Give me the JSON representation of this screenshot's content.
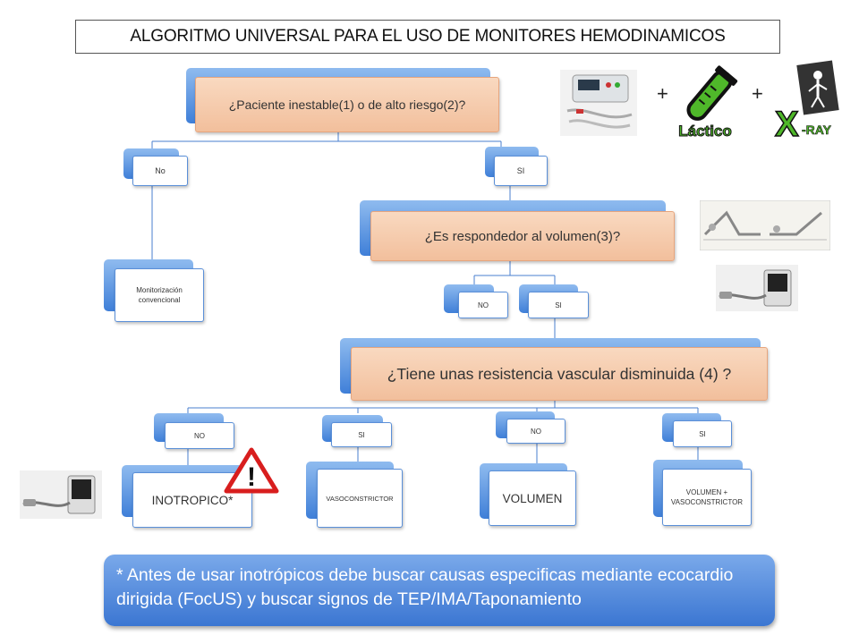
{
  "title": "ALGORITMO UNIVERSAL PARA EL USO DE MONITORES HEMODINAMICOS",
  "nodes": {
    "q1": "¿Paciente inestable(1) o de alto riesgo(2)?",
    "no1": "No",
    "si1": "SI",
    "conventional": "Monitorización convencional",
    "q2": "¿Es respondedor  al volumen(3)?",
    "no2": "NO",
    "si2": "SI",
    "q3": "¿Tiene unas resistencia vascular disminuida (4) ?",
    "no3a": "NO",
    "si3a": "SI",
    "no3b": "NO",
    "si3b": "SI",
    "inotropico": "INOTROPICO*",
    "vasoconstrictor": "VASOCONSTRICTOR",
    "volumen": "VOLUMEN",
    "volumen_vaso": "VOLUMEN + VASOCONSTRICTOR"
  },
  "pictures": {
    "plus": "+",
    "lactico_label": "Láctico",
    "xray_label": "X-RAY",
    "warning_mark": "!"
  },
  "footnote": "* Antes de usar inotrópicos debe buscar causas especificas mediante ecocardio dirigida (FocUS) y buscar signos de TEP/IMA/Taponamiento",
  "colors": {
    "node_border": "#5a8fd8",
    "tab_blue": "#3f7fd8",
    "peach": "#f6ccae",
    "footnote_blue": "#3b76d2",
    "lactic_green": "#4fb82a"
  }
}
